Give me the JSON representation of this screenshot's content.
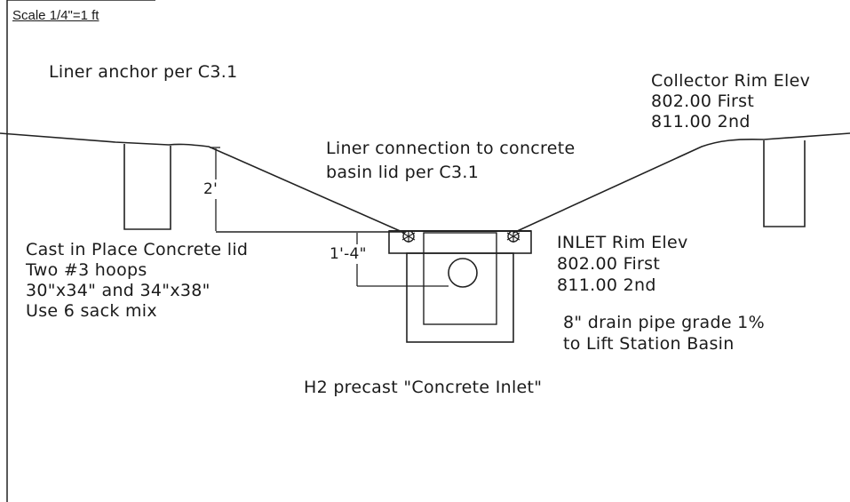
{
  "scale": "Scale 1/4\"=1 ft",
  "liner_anchor": "Liner anchor per C3.1",
  "collector_rim": {
    "title": "Collector Rim Elev",
    "first": "802.00 First",
    "second": "811.00 2nd"
  },
  "liner_connection": {
    "line1": "Liner connection to concrete",
    "line2": "basin lid per C3.1"
  },
  "lid_notes": {
    "line1": "Cast in Place Concrete lid",
    "line2": "Two #3  hoops",
    "line3": "30\"x34\" and 34\"x38\"",
    "line4": "Use 6 sack mix"
  },
  "inlet_rim": {
    "title": "INLET Rim Elev",
    "first": "802.00 First",
    "second": "811.00 2nd"
  },
  "drain_pipe": {
    "line1": "8\" drain pipe grade 1%",
    "line2": "to Lift Station Basin"
  },
  "inlet_caption": "H2 precast \"Concrete Inlet\"",
  "dims": {
    "depth": "2'",
    "pipe_depth": "1'-4\""
  }
}
